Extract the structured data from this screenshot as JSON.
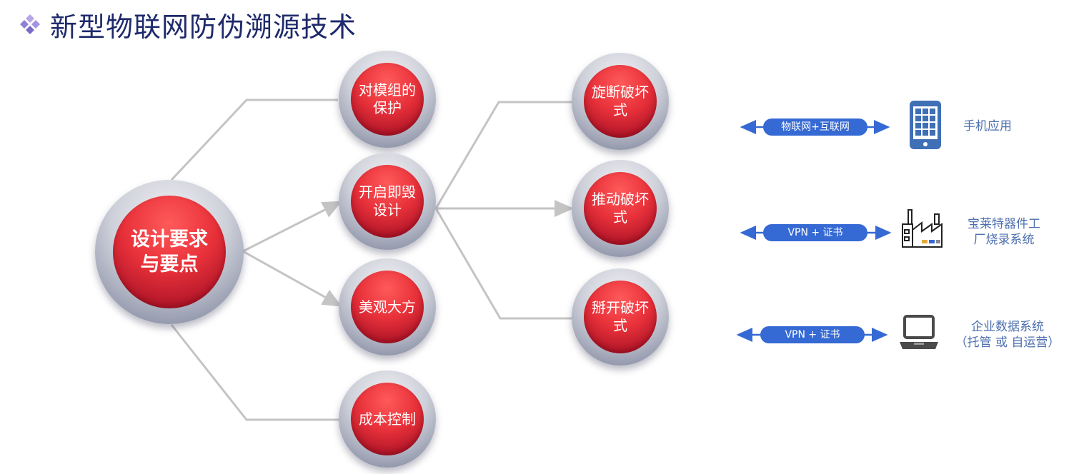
{
  "title": "新型物联网防伪溯源技术",
  "diagram": {
    "root": {
      "label": "设计要求\n与要点"
    },
    "level1": [
      {
        "label": "对模组的\n保护"
      },
      {
        "label": "开启即毁\n设计"
      },
      {
        "label": "美观大方"
      },
      {
        "label": "成本控制"
      }
    ],
    "level2": [
      {
        "label": "旋断破坏\n式"
      },
      {
        "label": "推动破坏\n式"
      },
      {
        "label": "掰开破坏\n式"
      }
    ]
  },
  "connections": [
    {
      "link": "物联网+互联网",
      "system": "手机应用",
      "icon": "tablet-icon"
    },
    {
      "link": "VPN + 证书",
      "system": "宝莱特器件工\n厂烧录系统",
      "icon": "factory-icon"
    },
    {
      "link": "VPN + 证书",
      "system": "企业数据系统\n（托管 或 自运营）",
      "icon": "laptop-icon"
    }
  ],
  "colors": {
    "title": "#1f2a6b",
    "node_red": "#e8313a",
    "pill_blue": "#3569d4",
    "label_blue": "#4d6fae",
    "connector_gray": "#c4c4c4"
  }
}
